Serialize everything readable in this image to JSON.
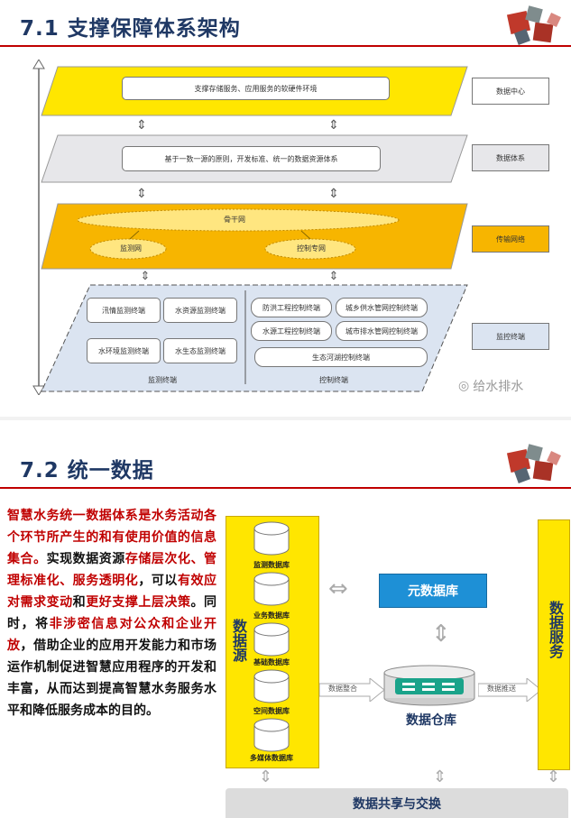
{
  "slide1": {
    "title": "7.1  支撑保障体系架构",
    "layers": {
      "data_center_text": "支撑存储服务、应用服务的软硬件环境",
      "data_system_text": "基于一数一源的原则，开发标准、统一的数据资源体系",
      "backbone": "骨干网",
      "monitor_net": "监测网",
      "control_net": "控制专网"
    },
    "side_labels": [
      "数据中心",
      "数据体系",
      "传输网络",
      "监控终端"
    ],
    "monitor_terminals": [
      "汛情监测终端",
      "水资源监测终端",
      "水环境监测终端",
      "水生态监测终端"
    ],
    "control_terminals": [
      "防洪工程控制终端",
      "城乡供水管网控制终端",
      "水源工程控制终端",
      "城市排水管网控制终端",
      "生态河湖控制终端"
    ],
    "monitor_group_label": "监测终端",
    "control_group_label": "控制终端",
    "watermark": "给水排水"
  },
  "slide2": {
    "title": "7.2  统一数据",
    "paragraph": [
      {
        "t": "智慧水务统一数据体系是水务活动各个环节所产生的和有使用价值的信息集合。",
        "red": true
      },
      {
        "t": "实现数据资源",
        "red": false
      },
      {
        "t": "存储层次化、管理标准化、服务透明化",
        "red": true
      },
      {
        "t": "，可以",
        "red": false
      },
      {
        "t": "有效应对需求变动",
        "red": true
      },
      {
        "t": "和",
        "red": false
      },
      {
        "t": "更好支撑上层决策",
        "red": true
      },
      {
        "t": "。同时，将",
        "red": false
      },
      {
        "t": "非涉密信息对公众和企业开放",
        "red": true
      },
      {
        "t": "，借助企业的应用开发能力和市场运作机制促进智慧应用程序的开发和丰富，从而达到提高智慧水务服务水平和降低服务成本的目的。",
        "red": false
      }
    ],
    "data_source_label": "数据源",
    "databases": [
      "监测数据库",
      "业务数据库",
      "基础数据库",
      "空间数据库",
      "多媒体数据库"
    ],
    "meta_db": "元数据库",
    "warehouse": "数据仓库",
    "integrate": "数据整合",
    "push": "数据推送",
    "data_service": "数据服务",
    "sharing": "数据共享与交换"
  }
}
